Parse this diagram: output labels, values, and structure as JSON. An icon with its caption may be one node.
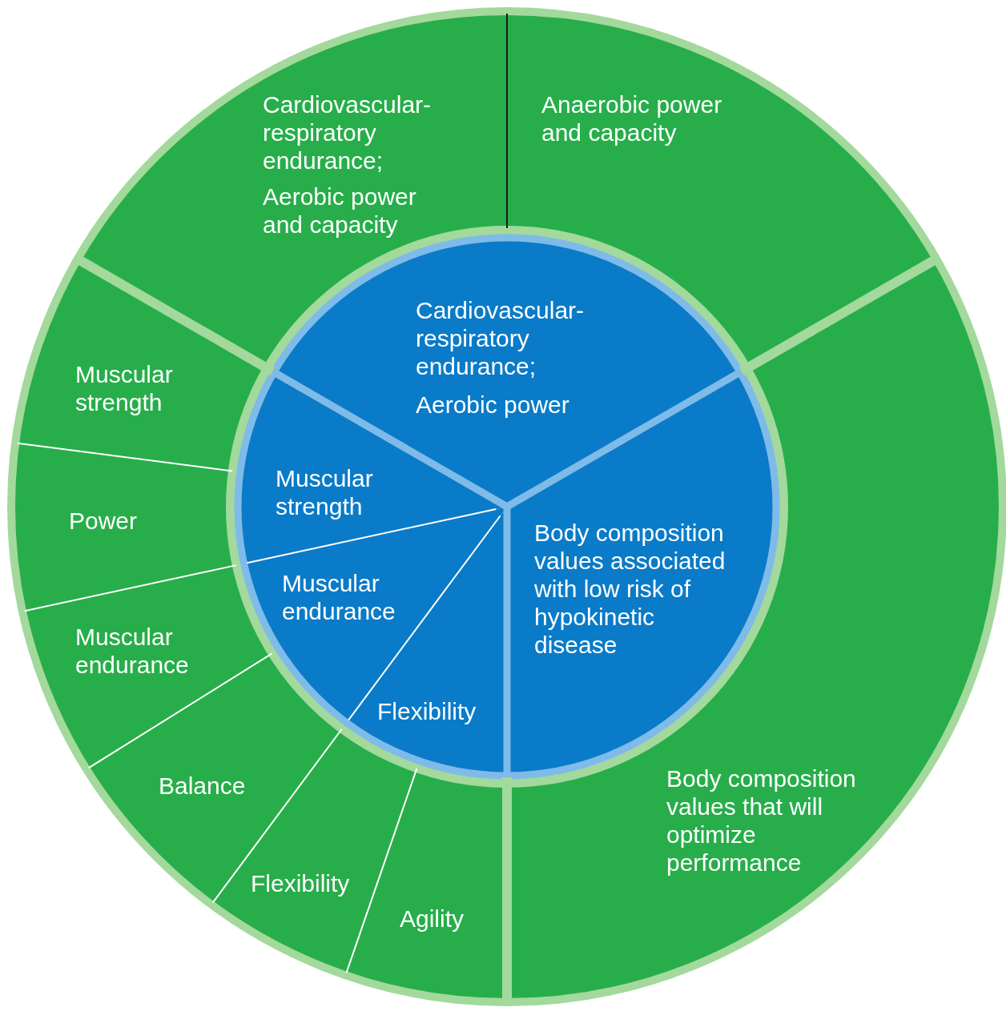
{
  "diagram": {
    "nodes": [
      {
        "text": [
          "Cardiovascular-respiratory endurance;",
          "Aerobic power and capacity"
        ]
      },
      {
        "text": [
          "Anaerobic power and capacity"
        ]
      },
      {
        "text": [
          "Muscular strength"
        ]
      },
      {
        "text": [
          "Power"
        ]
      },
      {
        "text": [
          "Muscular endurance"
        ]
      },
      {
        "text": [
          "Balance"
        ]
      },
      {
        "text": [
          "Flexibility"
        ]
      },
      {
        "text": [
          "Agility"
        ]
      },
      {
        "text": [
          "Body composition values that will optimize performance"
        ]
      },
      {
        "text": [
          "Cardiovascular-respiratory endurance;",
          "Aerobic power"
        ]
      },
      {
        "text": [
          "Muscular strength"
        ]
      },
      {
        "text": [
          "Muscular endurance"
        ]
      },
      {
        "text": [
          "Flexibility"
        ]
      },
      {
        "text": [
          "Body composition values associated with low risk of hypokinetic disease"
        ]
      }
    ]
  }
}
